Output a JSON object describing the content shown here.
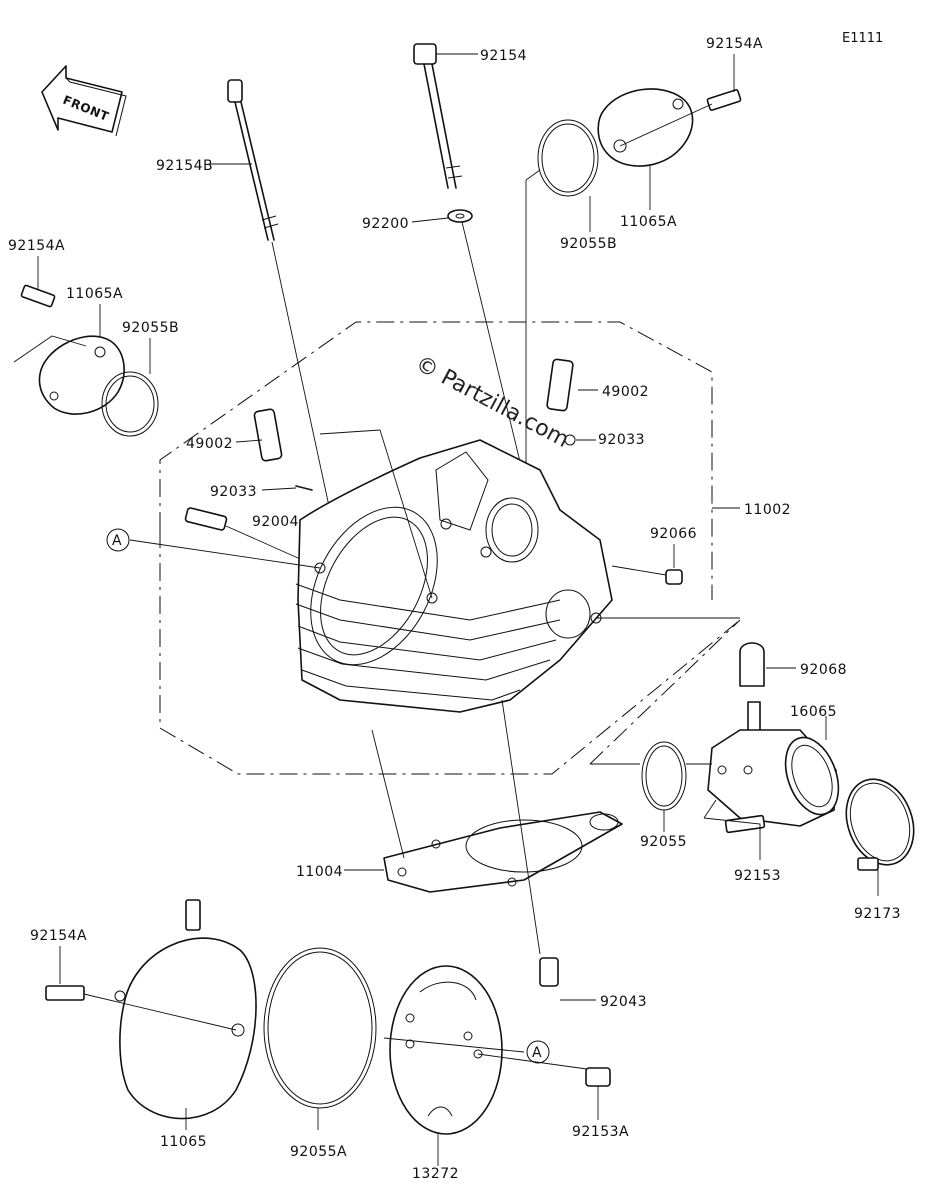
{
  "diagram_code": "E1111",
  "front_arrow_label": "FRONT",
  "watermark": "© Partzilla.com",
  "reference_marker": "A",
  "parts": {
    "p92154": "92154",
    "p92154A_top": "92154A",
    "p11065A_top": "11065A",
    "p92154B": "92154B",
    "p92200": "92200",
    "p92055B_top": "92055B",
    "p92154A_left": "92154A",
    "p11065A_left": "11065A",
    "p92055B_left": "92055B",
    "p49002_right": "49002",
    "p49002_left": "49002",
    "p92033_right": "92033",
    "p92033_left": "92033",
    "p92004": "92004",
    "p11002": "11002",
    "p92066": "92066",
    "p92068": "92068",
    "p16065": "16065",
    "p11004": "11004",
    "p92055": "92055",
    "p92153": "92153",
    "p92173": "92173",
    "p92154A_bottom": "92154A",
    "p92043": "92043",
    "p11065": "11065",
    "p92055A": "92055A",
    "p13272": "13272",
    "p92153A": "92153A"
  }
}
